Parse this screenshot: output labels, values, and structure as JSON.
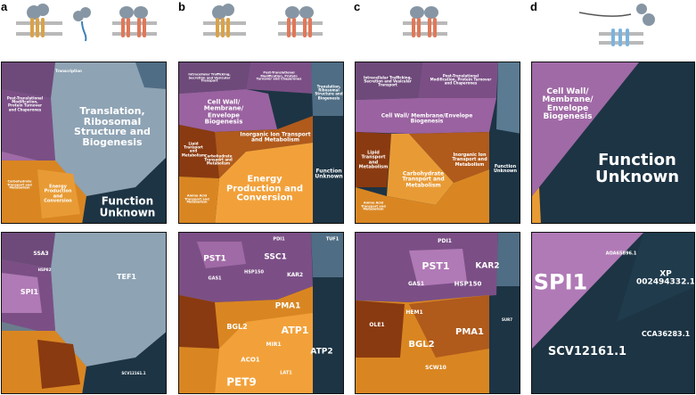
{
  "panel_labels": {
    "a": "a",
    "b": "b",
    "c": "c",
    "d": "d"
  },
  "panel_a": {
    "top": {
      "translation": "Translation, Ribosomal Structure and Biogenesis",
      "post": "Post-Translational Modification, Protein Turnover and Chaperones",
      "energy": "Energy Production and Conversion",
      "carb": "Carbohydrate Transport and Metabolism",
      "function_unknown": "Function Unknown",
      "transcription": "Transcription"
    },
    "bottom": {
      "ssa3": "SSA3",
      "hsp82": "HSP82",
      "spi1": "SPI1",
      "tef1": "TEF1",
      "scv": "SCV12161.1"
    }
  },
  "panel_b": {
    "top": {
      "intracellular": "Intracellular Trafficking, Secretion and Vesicular Transport",
      "post": "Post-Translational Modification, Protein Turnover and Chaperones",
      "cellwall": "Cell Wall/ Membrane/ Envelope Biogenesis",
      "translation": "Translation, Ribosomal Structure and Biogenesis",
      "lipid": "Lipid Transport and Metabolism",
      "carb": "Carbohydrate Transport and Metabolism",
      "inorganic": "Inorganic Ion Transport and Metabolism",
      "energy": "Energy Production and Conversion",
      "function_unknown": "Function Unknown",
      "amino": "Amino Acid Transport and Metabolism"
    },
    "bottom": {
      "pst1": "PST1",
      "ssc1": "SSC1",
      "pdi1": "PDI1",
      "kar2": "KAR2",
      "hsp150": "HSP150",
      "gas1": "GAS1",
      "pma1": "PMA1",
      "atp1": "ATP1",
      "atp2": "ATP2",
      "bgl2": "BGL2",
      "mir1": "MIR1",
      "aco1": "ACO1",
      "pet9": "PET9",
      "tuf1": "TUF1",
      "lat1": "LAT1"
    }
  },
  "panel_c": {
    "top": {
      "intracellular": "Intracellular Trafficking, Secretion and Vesicular Transport",
      "post": "Post-Translational Modification, Protein Turnover and Chaperones",
      "cellwall": "Cell Wall/ Membrane/Envelope Biogenesis",
      "lipid": "Lipid Transport and Metabolism",
      "inorganic": "Inorganic Ion Transport and Metabolism",
      "carb": "Carbohydrate Transport and Metabolism",
      "function_unknown": "Function Unknown",
      "amino": "Amino Acid Transport and Metabolism"
    },
    "bottom": {
      "pdi1": "PDI1",
      "pst1": "PST1",
      "kar2": "KAR2",
      "gas1": "GAS1",
      "hsp150": "HSP150",
      "hem1": "HEM1",
      "ole1": "OLE1",
      "pma1": "PMA1",
      "bgl2": "BGL2",
      "scw10": "SCW10",
      "sur7": "SUR7"
    }
  },
  "panel_d": {
    "top": {
      "cellwall": "Cell Wall/ Membrane/ Envelope Biogenesis",
      "function_unknown": "Function Unknown"
    },
    "bottom": {
      "spi1": "SPI1",
      "aoa": "AOA65896.1",
      "xp": "XP 002494332.1",
      "scv": "SCV12161.1",
      "cca": "CCA36283.1"
    }
  },
  "colors": {
    "purple": "#7a4a80",
    "purple_light": "#b07ab6",
    "orange": "#e6902a",
    "orange_dark": "#8a3a10",
    "slate": "#1d3646",
    "slate_light": "#9fb0bd",
    "steel": "#5a7b92"
  }
}
